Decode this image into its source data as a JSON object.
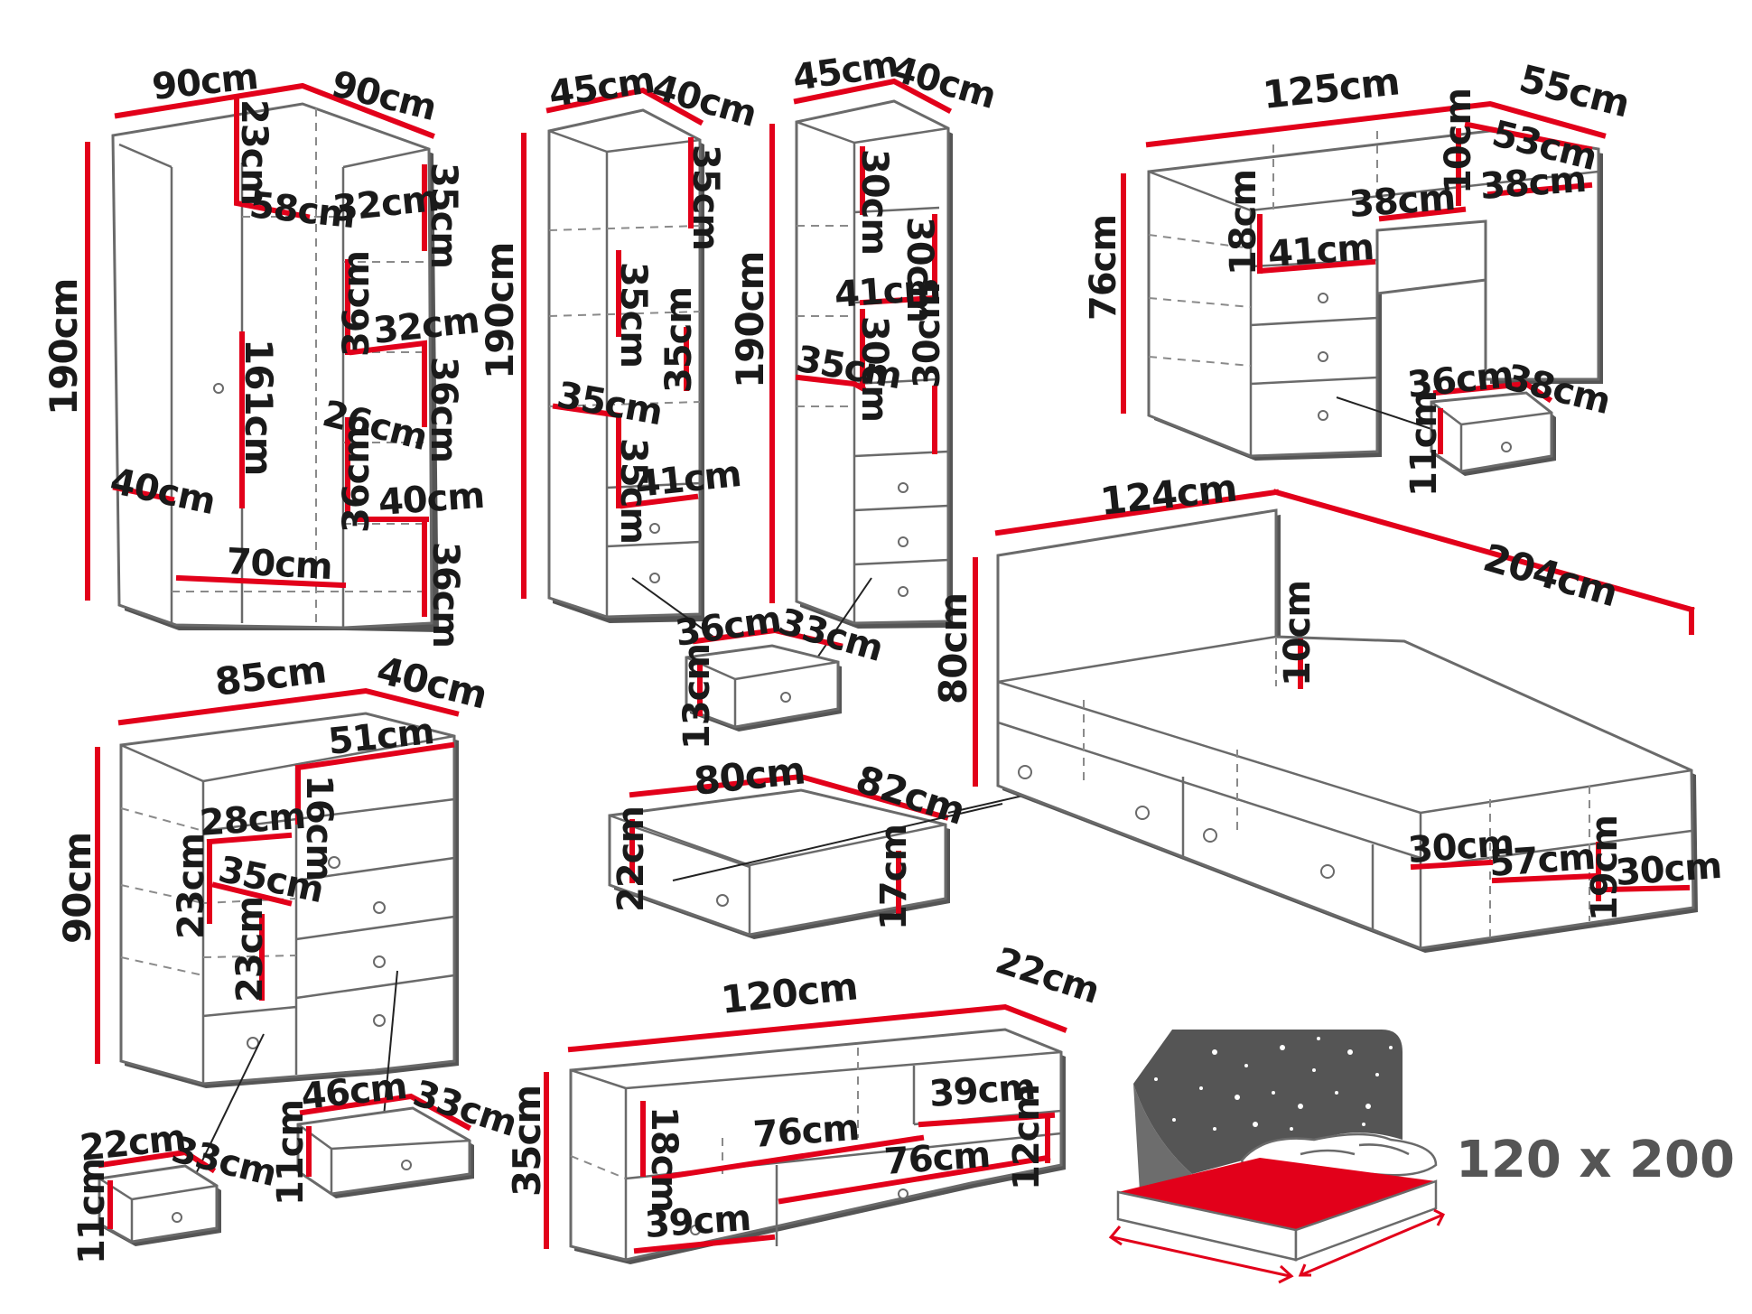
{
  "colors": {
    "accent": "#e2001a",
    "outline": "#6a6a6a",
    "shadow": "#555555",
    "caption": "#555555"
  },
  "wardrobe": {
    "width_a": "90cm",
    "width_b": "90cm",
    "height": "190cm",
    "top_inner": "23cm",
    "shelf_w": "58cm",
    "shelf_w2": "32cm",
    "top_shelf_h": "35cm",
    "rod_h": "161cm",
    "shelf_h1": "36cm",
    "shelf_w3": "32cm",
    "shelf_h2": "36cm",
    "shelf_w4": "26cm",
    "shelf_h3": "36cm",
    "shelf_w5": "40cm",
    "shelf_h4": "36cm",
    "door_w": "40cm",
    "bottom_w": "70cm"
  },
  "bookcase_a": {
    "width": "45cm",
    "depth": "40cm",
    "height": "190cm",
    "shelf_1": "35cm",
    "shelf_2": "35cm",
    "shelf_3": "35cm",
    "shelf_4": "35cm",
    "shelf_depth": "35cm",
    "shelf_w": "41cm"
  },
  "bookcase_b": {
    "width": "45cm",
    "depth": "40cm",
    "height": "190cm",
    "shelf_1": "30cm",
    "shelf_2": "30cm",
    "shelf_3": "30cm",
    "shelf_4": "30cm",
    "shelf_w": "41cm",
    "shelf_depth": "35cm"
  },
  "tall_drawer": {
    "width": "36cm",
    "depth": "33cm",
    "height": "13cm"
  },
  "desk": {
    "width": "125cm",
    "depth": "55cm",
    "height": "76cm",
    "inner_depth": "53cm",
    "top_h": "10cm",
    "drawer_w": "38cm",
    "opening_w": "38cm",
    "side_h": "18cm",
    "shelf_w": "41cm"
  },
  "desk_drawer": {
    "width": "36cm",
    "depth": "38cm",
    "height": "11cm"
  },
  "dresser": {
    "width": "85cm",
    "depth": "40cm",
    "height": "90cm",
    "top_drawer_w": "51cm",
    "top_drawer_h": "16cm",
    "shelf_w": "28cm",
    "shelf_h": "23cm",
    "shelf_d": "35cm",
    "shelf_h2": "23cm"
  },
  "big_drawer": {
    "width": "80cm",
    "depth": "82cm",
    "height_a": "22cm",
    "height_b": "17cm"
  },
  "bed": {
    "width": "124cm",
    "length": "204cm",
    "height": "80cm",
    "rail_h": "10cm",
    "drawer_w": "30cm",
    "drawer_len": "57cm",
    "drawer_h": "19cm",
    "drawer_w2": "30cm"
  },
  "small_drawer": {
    "width": "22cm",
    "depth": "33cm",
    "height": "11cm"
  },
  "dresser_drawer": {
    "width": "46cm",
    "depth": "33cm",
    "height": "11cm"
  },
  "tv_unit": {
    "width": "120cm",
    "depth": "22cm",
    "height": "35cm",
    "shelf_h": "18cm",
    "shelf_w": "76cm",
    "drawer_w": "39cm",
    "drawer_w2": "76cm",
    "drawer_h": "12cm",
    "box_w": "39cm"
  },
  "mattress": {
    "size": "120 x 200"
  }
}
